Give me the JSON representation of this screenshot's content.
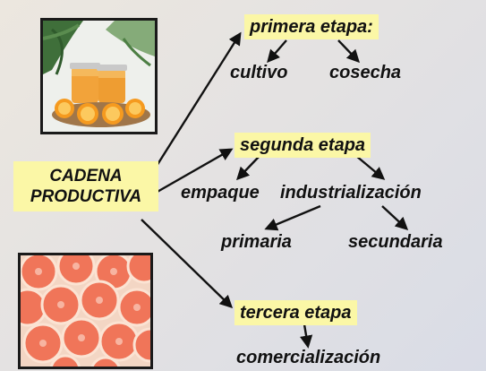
{
  "diagram": {
    "center": {
      "line1": "CADENA",
      "line2": "PRODUCTIVA"
    },
    "stage1": {
      "title": "primera etapa:",
      "children": [
        "cultivo",
        "cosecha"
      ]
    },
    "stage2": {
      "title": "segunda etapa",
      "children": [
        "empaque",
        "industrialización"
      ],
      "industrialization_children": [
        "primaria",
        "secundaria"
      ]
    },
    "stage3": {
      "title": "tercera etapa",
      "children": [
        "comercialización"
      ]
    }
  },
  "colors": {
    "highlight": "#fbf7a6",
    "text": "#111111",
    "arrow": "#111111",
    "frame": "#1a1a1a",
    "orange": "#f08a1e",
    "grapefruit": "#f06a4e"
  },
  "icons": {
    "top_photo": "orange-juice-jars-photo",
    "bottom_photo": "grapefruit-slices-photo"
  }
}
